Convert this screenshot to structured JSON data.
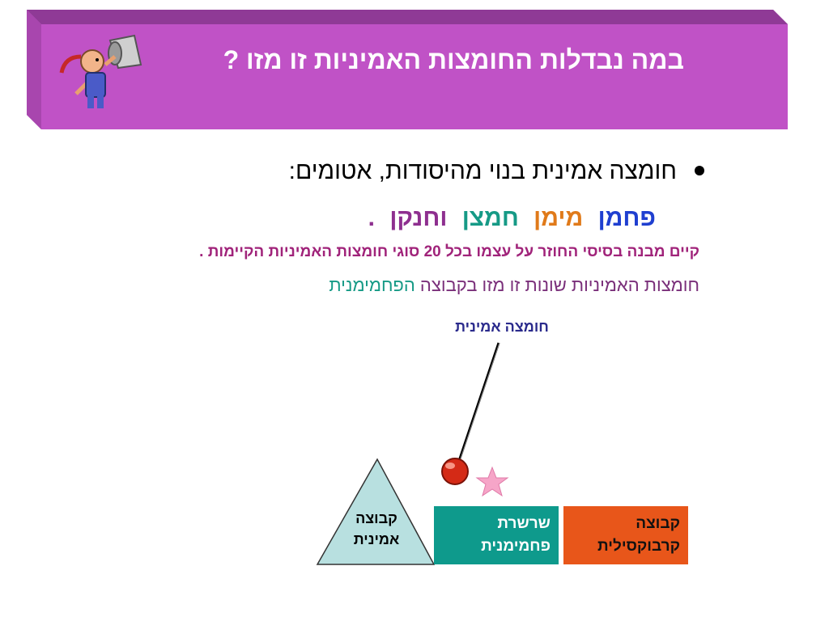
{
  "header": {
    "title": "במה נבדלות החומצות האמיניות זו מזו ?",
    "colors": {
      "banner": "#c052c6",
      "banner_dark": "#8f3a96",
      "title": "#ffffff"
    },
    "mascot_icon": "person-pouring-bucket-icon"
  },
  "content": {
    "bullet_text": "חומצה אמינית בנוי מהיסודות, אטומים:",
    "elements": [
      {
        "label": "פחמן",
        "color": "#1f3fd0"
      },
      {
        "label": "מימן",
        "color": "#e07a1a"
      },
      {
        "label": "חמצן",
        "color": "#169a86"
      },
      {
        "label": "וחנקן",
        "color": "#8e2f8f"
      },
      {
        "label": ".",
        "color": "#8e2f8f"
      }
    ],
    "note": "קיים מבנה בסיסי החוזר על עצמו בכל 20 סוגי חומצות האמיניות הקיימות .",
    "difference": {
      "prefix": "חומצות האמיניות שונות זו מזו בקבוצה",
      "highlight": "הפחמימנית",
      "prefix_color": "#7a2f7a",
      "highlight_color": "#169a86"
    }
  },
  "diagram": {
    "amino_label": "חומצה אמינית",
    "triangle_line1": "קבוצה",
    "triangle_line2": "אמינית",
    "backbone_line1": "שרשרת",
    "backbone_line2": "פחמימנית",
    "carboxyl_line1": "קבוצה",
    "carboxyl_line2": "קרבוקסילית",
    "colors": {
      "triangle_fill": "#b8e0e0",
      "backbone_box": "#0e9a8c",
      "carboxyl_box": "#e8561a",
      "pin_ball": "#d42a16",
      "star": "#f6a5c8"
    }
  }
}
